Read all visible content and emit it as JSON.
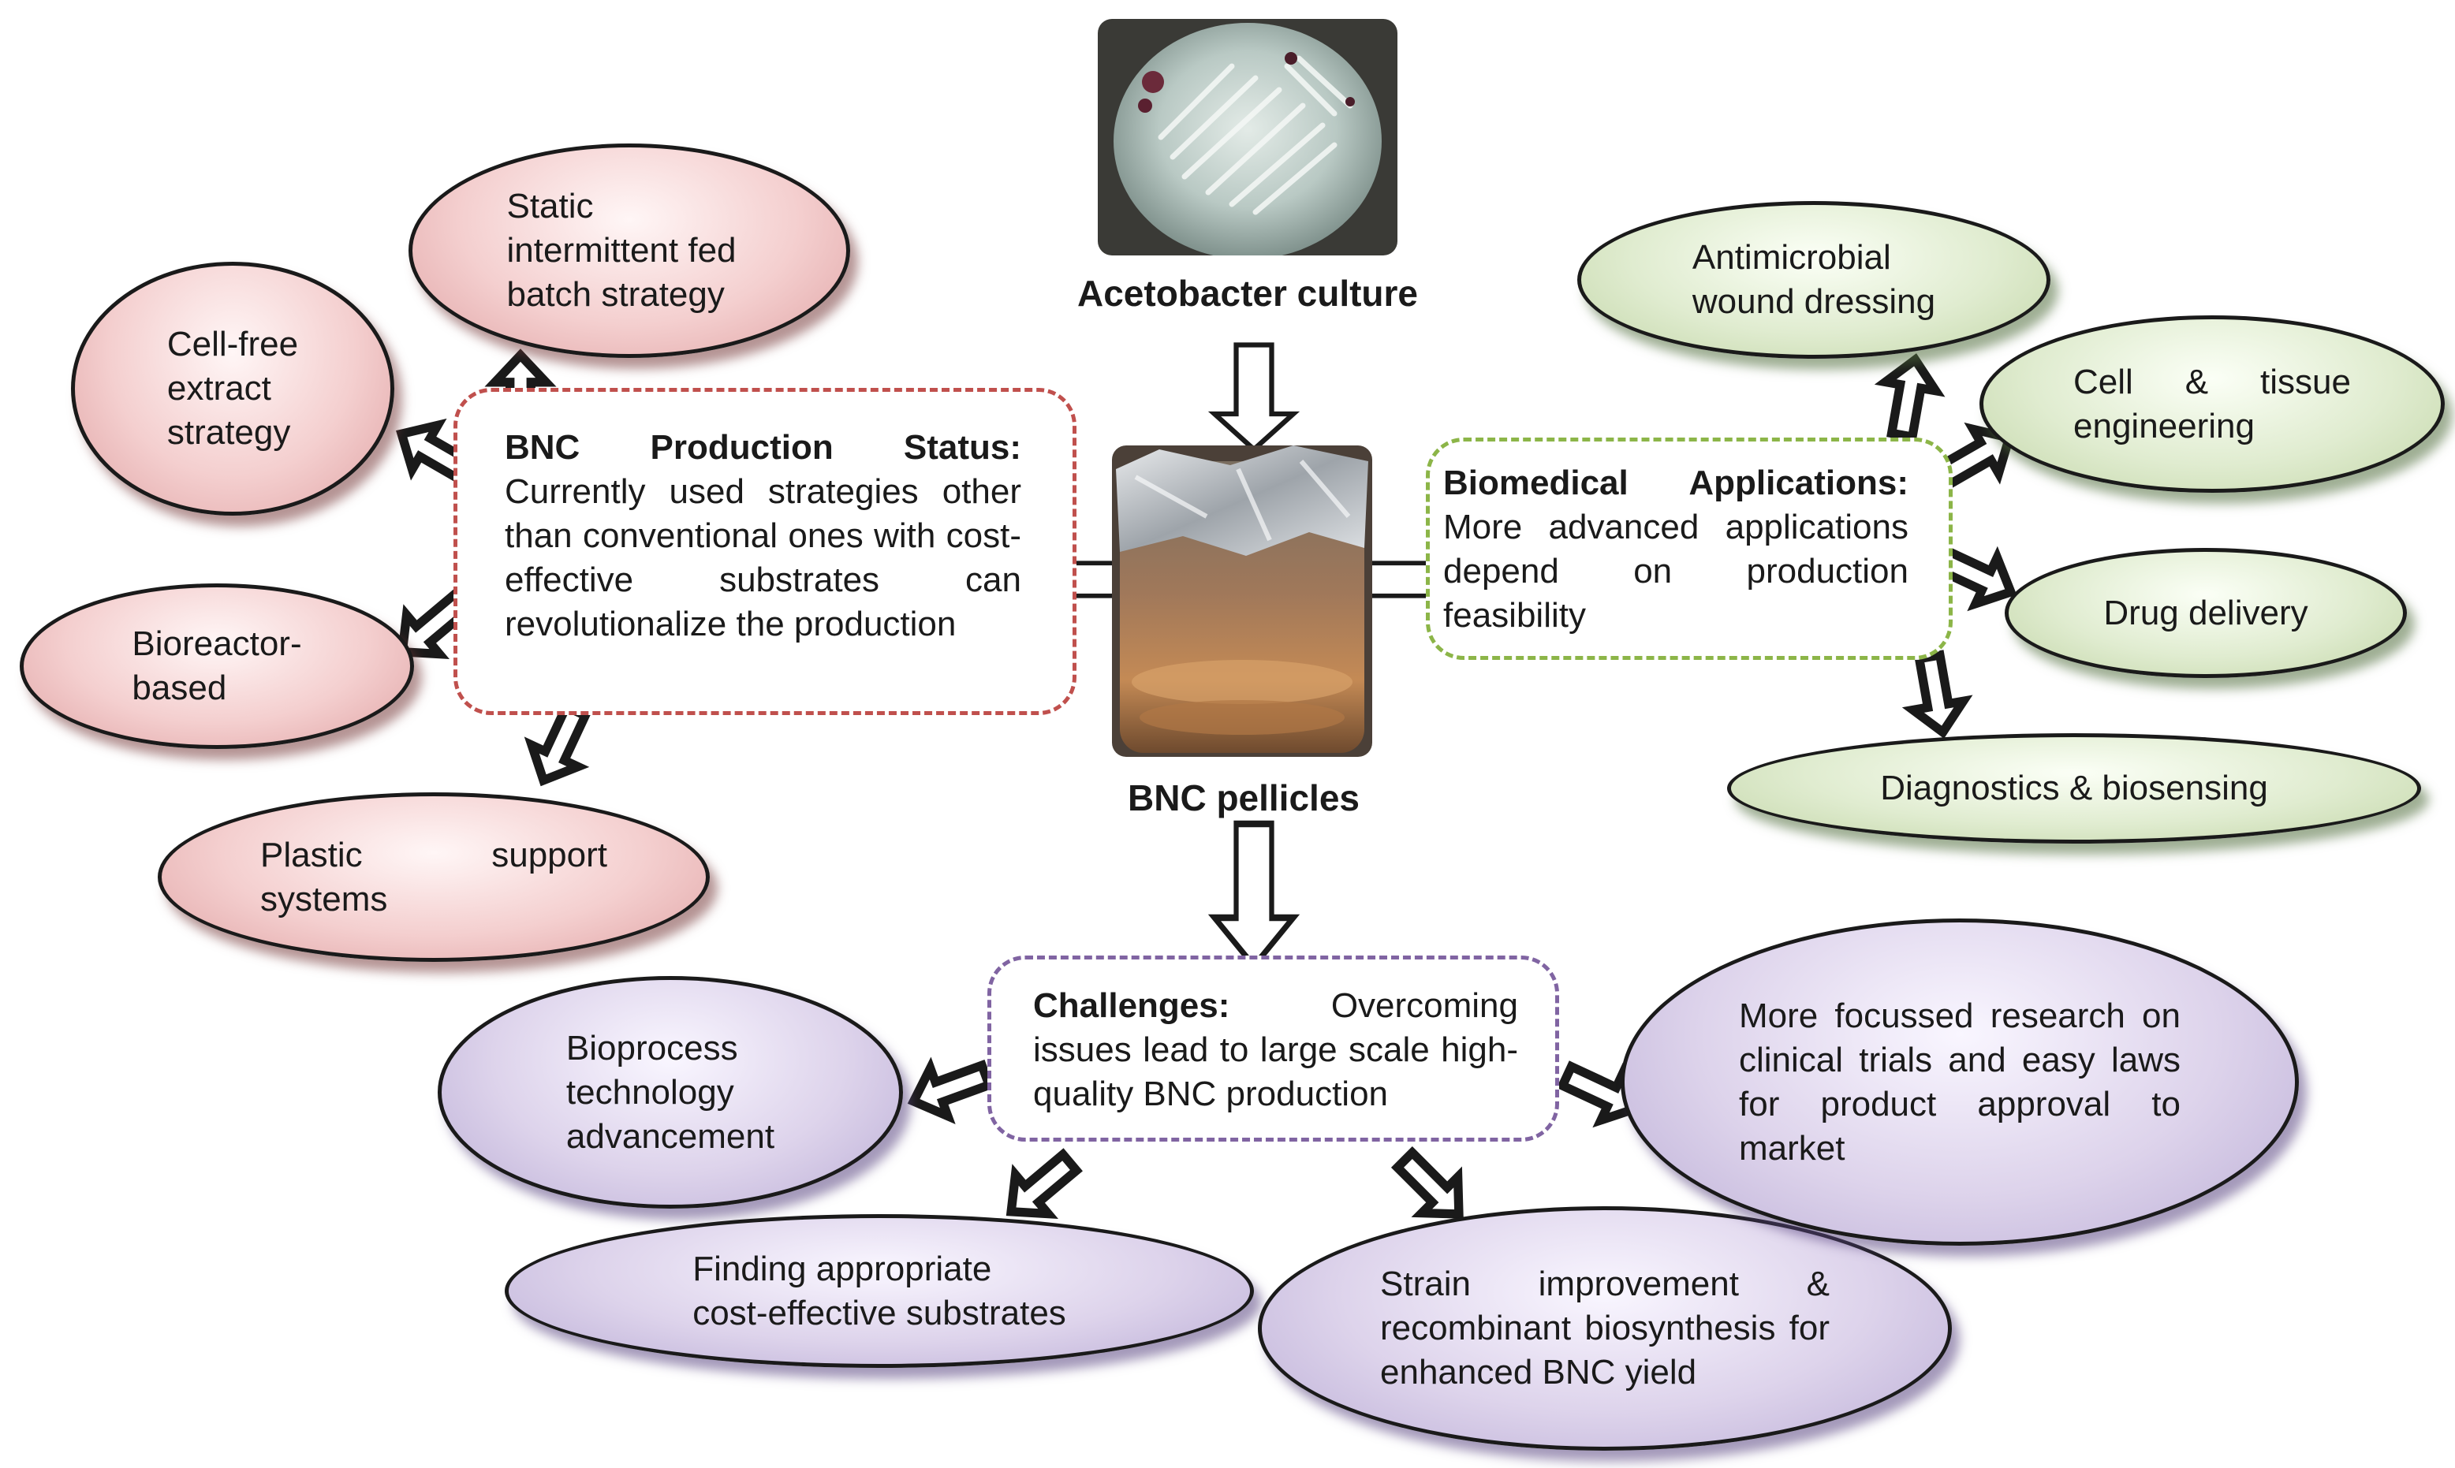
{
  "photos": {
    "culture": {
      "caption": "Acetobacter culture"
    },
    "pellicles": {
      "caption": "BNC pellicles"
    }
  },
  "production": {
    "heading": "BNC Production Status:",
    "body": "Currently used strategies other than conventional ones with cost-effective substrates can revolutionalize the production",
    "items": [
      "Static\nintermittent fed\nbatch strategy",
      "Cell-free\nextract\nstrategy",
      "Bioreactor-\nbased",
      "Plastic support systems"
    ]
  },
  "biomedical": {
    "heading": "Biomedical Applications:",
    "body": "More advanced applications depend on production feasibility",
    "items": [
      "Antimicrobial\nwound dressing",
      "Cell & tissue engineering",
      "Drug delivery",
      "Diagnostics & biosensing"
    ]
  },
  "challenges": {
    "heading": "Challenges:",
    "body": "Overcoming issues lead to large scale high-quality BNC production",
    "items": [
      "Bioprocess\ntechnology\nadvancement",
      "Finding appropriate\ncost-effective substrates",
      "Strain improvement & recombinant biosynthesis for enhanced BNC yield",
      "More focussed research on clinical trials and easy laws for product approval to market"
    ]
  },
  "colors": {
    "production": "#c0504d",
    "biomedical": "#8cb548",
    "challenges": "#8064a2"
  }
}
